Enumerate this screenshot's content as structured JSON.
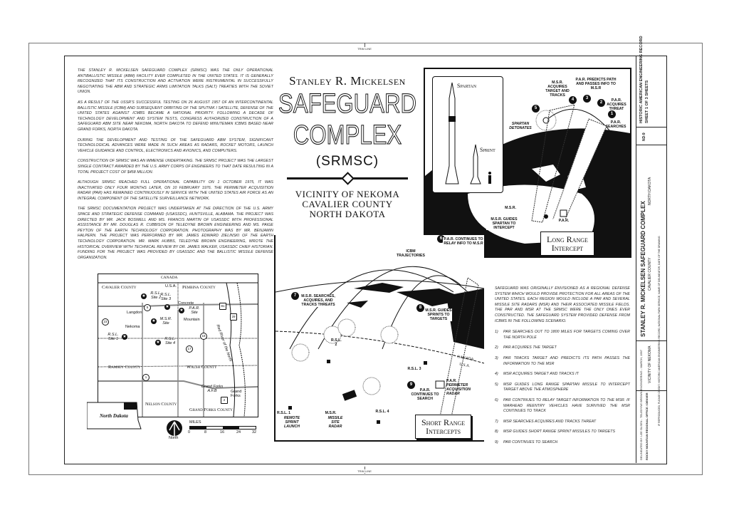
{
  "trim_line": {
    "top": "TRIM LINE",
    "bottom": "TRIM LINE"
  },
  "history_text": [
    "The Stanley R. Mickelsen Safeguard Complex (SRMSC) was the only operational antiballistic missile (ABM) facility ever completed in the United States. It is generally recognized that its construction and activation were instrumental in successfully negotiating the ABM and Strategic Arms Limitation Talks (SALT) treaties with the Soviet Union.",
    "As a result of the USSR's successful testing on 26 August 1957 of an intercontinental ballistic missile (ICBM) and subsequent orbiting of the Sputnik I satellite, defense of the United States against ICMBs became a national priority. Following a decade of technology development and system tests, Congress authorized construction of a Safeguard ABM site near Nekoma, North Dakota to defend Minuteman ICBMs based near Grand Forks, North Dakota.",
    "During the development and testing of the Safeguard ABM system, significant technological advances were made in such areas as radars, rocket motors, launch vehicle guidance and control, electronics and avionics, and computers.",
    "Construction of SRMSC was an immense undertaking. The SRMSC project was the largest single contract awarded by the U.S. Army Corps of Engineers to that date resulting in a total project cost of $458 million.",
    "Although SRMSC reached full operational capability on 1 October 1975, it was inactivated only four months later, on 10 February 1976. The Perimeter Acquisition Radar (PAR) has remained continuously in service with the United States Air Force as an integral component of the satellite surveillance network.",
    "The SRMSC documentation project was undertaken at the direction of the U.S. Army Space and Strategic Defense Command (USASSDC), Huntsville, Alabama. The project was directed by Mr. Jack Boswell and Ms. Francis Martin of USASSDC with professional assistance by Mr. Douglas R. Cubbison of Teledyne Brown Engineering and Ms. Paige Peyton of the Earth Technology Corporation. Photography was by Mr. Benjamin Halpern. The project was performed by Mr. James Edward Zielinski of the Earth Technology Corporation. Mr. Mark Hubbs, Teledyne Brown Engineering, wrote the historical overview with technical review by Dr. James Walker, USASSDC Chief Historian. Funding for the project was provided by USASSDC and the Ballistic Missile Defense Organization."
  ],
  "title": {
    "line1": "Stanley R. Mickelsen",
    "line2": "SAFEGUARD",
    "line3": "COMPLEX",
    "line4": "(SRMSC)",
    "location": [
      "VICINITY OF NEKOMA",
      "CAVALIER COUNTY",
      "NORTH DAKOTA"
    ]
  },
  "long_range": {
    "caption": [
      "Long Range",
      "Intercept"
    ],
    "missiles": {
      "spartan": "Spartan",
      "sprint": "Sprint"
    },
    "steps": [
      {
        "num": "1",
        "label": "P.A.R. SEARCHES"
      },
      {
        "num": "2",
        "label": "P.A.R. ACQUIRES THREAT"
      },
      {
        "num": "3",
        "label": "P.A.R. PREDICTS PATH AND PASSES INFO TO M.S.R"
      },
      {
        "num": "4",
        "label": "M.S.R. ACQUIRES TARGET AND TRACKS"
      },
      {
        "num": "5",
        "label": "SPARTAN DETONATES"
      }
    ],
    "labels": {
      "msr": "M.S.R.",
      "par": "P.A.R.",
      "guides": "M.S.R. GUIDES SPARTAN TO INTERCEPT"
    }
  },
  "short_range": {
    "caption": [
      "Short Range",
      "Intercepts"
    ],
    "steps": [
      {
        "num": "6",
        "label": "P.A.R. CONTINUES TO RELAY INFO TO M.S.R"
      },
      {
        "num": "7",
        "label": "M.S.R. SEARCHES, ACQUIRES, AND TRACKS THREATS"
      },
      {
        "num": "8",
        "label": "M.S.R. GUIDES SPRINTS TO TARGETS"
      },
      {
        "num": "9",
        "label": "P.A.R. CONTINUES TO SEARCH"
      }
    ],
    "labels": {
      "icbm": "ICBM TRAJECTORIES",
      "rsl1": "R.S.L. 1",
      "rsl1_desc": "REMOTE SPRINT LAUNCH",
      "rsl2": "R.S.L. 2",
      "rsl3": "R.S.L. 3",
      "rsl4": "R.S.L. 4",
      "msr": "M.S.R.",
      "msr_desc": "MISSILE SITE RADAR",
      "par": "P.A.R.",
      "par_desc": "PERIMETER ACQUISITION RADAR",
      "canada": "CANADA",
      "usa": "U.S.A."
    }
  },
  "map": {
    "canada": "CANADA",
    "usa": "U.S.A.",
    "counties": [
      "Cavalier County",
      "Pembina County",
      "Ramsey County",
      "Walsh County",
      "Nelson County",
      "Grand Forks County"
    ],
    "places": [
      "Langdon",
      "Nekoma",
      "Concrete",
      "Mountain",
      "Grand Forks A.F.B",
      "Grand Forks"
    ],
    "sites": [
      "R.S.L. Site 2",
      "R.S.L. Site 3",
      "M.S.R. Site",
      "P.A.R. Site",
      "R.S.L. Site 1",
      "R.S.L. Site 4"
    ],
    "river": "Red River of the North",
    "routes": [
      "5",
      "23",
      "18",
      "17",
      "1",
      "81",
      "29",
      "2"
    ],
    "inset_state": "North Dakota",
    "north": "North",
    "scale_title": "MILES",
    "scale_ticks": [
      "0",
      "8",
      "16",
      "24",
      "32"
    ]
  },
  "scenario": {
    "intro": "Safeguard was originally envisioned as a regional defense system which would provide protection for all areas of the United States. Each region would include a PAR and several missile site radars (MSR) and their associated missile fields. The PAR and MSR at the SRMSC were the only ones ever constructed. The Safeguard system provided defense from ICBMs in the following scenario.",
    "steps": [
      {
        "n": "1)",
        "text": "PAR searches out to 1800 miles for targets coming over the North Pole"
      },
      {
        "n": "2)",
        "text": "PAR acquires the target"
      },
      {
        "n": "3)",
        "text": "PAR tracks target and predicts its path passes the information to the MSR"
      },
      {
        "n": "4)",
        "text": "MSR acquires target and tracks it"
      },
      {
        "n": "5)",
        "text": "MSR guides long range Spartan missile to intercept target above the atmosphere"
      },
      {
        "n": "6)",
        "text": "PAR continues to relay target information to the MSR. If warhead reentry vehicles have survived the MSR continues to track"
      },
      {
        "n": "7)",
        "text": "MSR searches acquires and tracks threat"
      },
      {
        "n": "8)",
        "text": "MSR guides short range Sprint missiles to targets"
      },
      {
        "n": "9)",
        "text": "PAR continues to search"
      }
    ]
  },
  "title_block": {
    "name": "STANLEY R. MICKELSEN SAFEGUARD COMPLEX",
    "county": "CAVALIER COUNTY",
    "state": "NORTH DAKOTA",
    "vicinity": "VICINITY OF NEKOMA",
    "survey_no": "ND-9",
    "record": "HISTORIC AMERICAN ENGINEERING RECORD",
    "sheet": "SHEET 1 OF 3 SHEETS",
    "office": "ROCKY MOUNTAIN REGIONAL OFFICE / DENVER",
    "delineated": "DELINEATED BY: LEE OLSEN - TELEDYNE BROWN ENGINEERING - MARCH, 1997",
    "credit": "IF REPRODUCED, PLEASE CREDIT: HISTORIC AMERICAN ENGINEERING RECORD, NATIONAL PARK SERVICE, NAME OF DELINEATOR, DATE OF THE DRAWING"
  }
}
